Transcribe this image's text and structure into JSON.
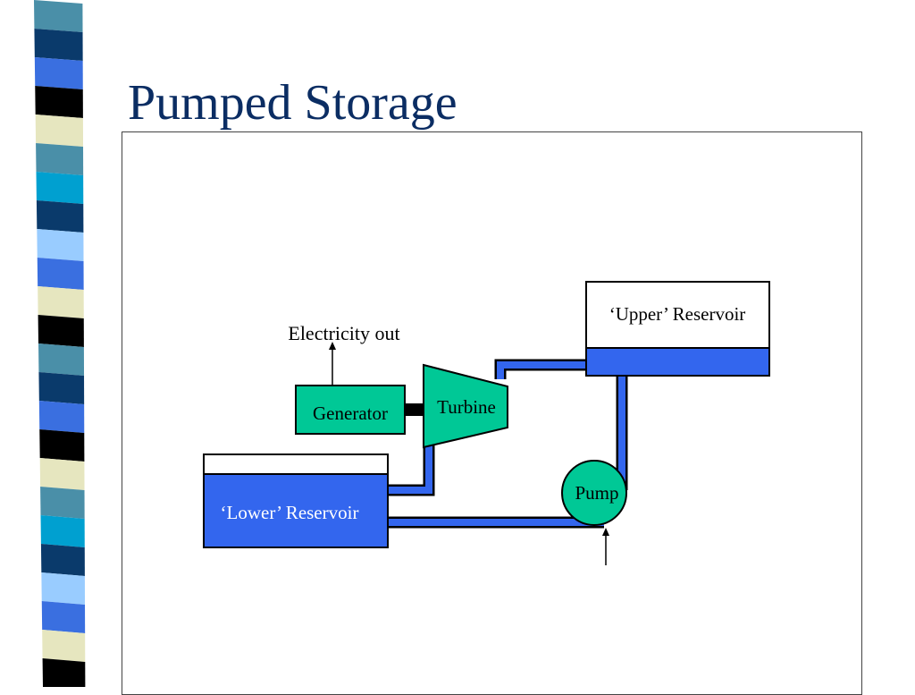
{
  "slide": {
    "title": "Pumped Storage"
  },
  "colors": {
    "title": "#0b2d63",
    "water": "#3366ee",
    "machine": "#00c896",
    "outline": "#000000",
    "stripes": [
      "#4a8fa8",
      "#0a3a6b",
      "#3a6fe0",
      "#000000",
      "#e6e6bf",
      "#4a8fa8",
      "#00a0d0",
      "#0a3a6b",
      "#99ccff",
      "#3a6fe0",
      "#e6e6bf",
      "#000000"
    ]
  },
  "diagram": {
    "electricity_label": "Electricity out",
    "generator_label": "Generator",
    "turbine_label": "Turbine",
    "pump_label": "Pump",
    "upper_reservoir_label": "‘Upper’ Reservoir",
    "lower_reservoir_label": "‘Lower’ Reservoir"
  }
}
